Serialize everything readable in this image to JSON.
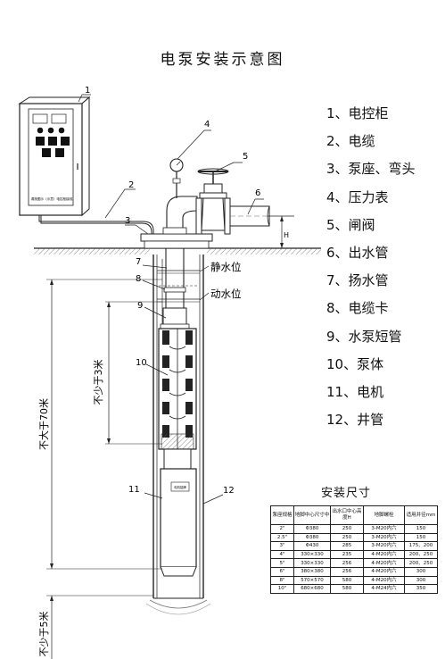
{
  "title": "电泵安装示意图",
  "legend": [
    "1、电控柜",
    "2、电缆",
    "3、泵座、弯头",
    "4、压力表",
    "5、闸阀",
    "6、出水管",
    "7、扬水管",
    "8、电缆卡",
    "9、水泵短管",
    "10、泵体",
    "11、电机",
    "12、井管"
  ],
  "callouts": [
    "1",
    "2",
    "3",
    "4",
    "5",
    "6",
    "7",
    "8",
    "9",
    "10",
    "11",
    "12"
  ],
  "labels": {
    "static_water": "静水位",
    "dynamic_water": "动水位",
    "h_mark": "H",
    "cabinet_caption": "请按图示（示意）电控柜接线",
    "motor_plate": "电机铭牌",
    "min3": "不少于3米",
    "max70": "不大于70米",
    "min5": "不少于5米"
  },
  "table": {
    "title": "安装尺寸",
    "headers": [
      "泵座规格",
      "地脚中心尺寸中",
      "出水口中心高度H",
      "地脚螺栓",
      "适用井径mm"
    ],
    "rows": [
      [
        "2\"",
        "Φ380",
        "250",
        "3-M20内六",
        "150"
      ],
      [
        "2.5\"",
        "Φ380",
        "250",
        "3-M20内六",
        "150"
      ],
      [
        "3\"",
        "Φ430",
        "285",
        "3-M20内六",
        "175、200"
      ],
      [
        "4\"",
        "330×330",
        "235",
        "4-M20内六",
        "200、250"
      ],
      [
        "5\"",
        "330×330",
        "256",
        "4-M20内六",
        "200、250"
      ],
      [
        "6\"",
        "380×380",
        "256",
        "4-M20内六",
        "300"
      ],
      [
        "8\"",
        "570×570",
        "580",
        "4-M20内六",
        "300"
      ],
      [
        "10\"",
        "680×680",
        "580",
        "4-M24内六",
        "350"
      ]
    ]
  }
}
